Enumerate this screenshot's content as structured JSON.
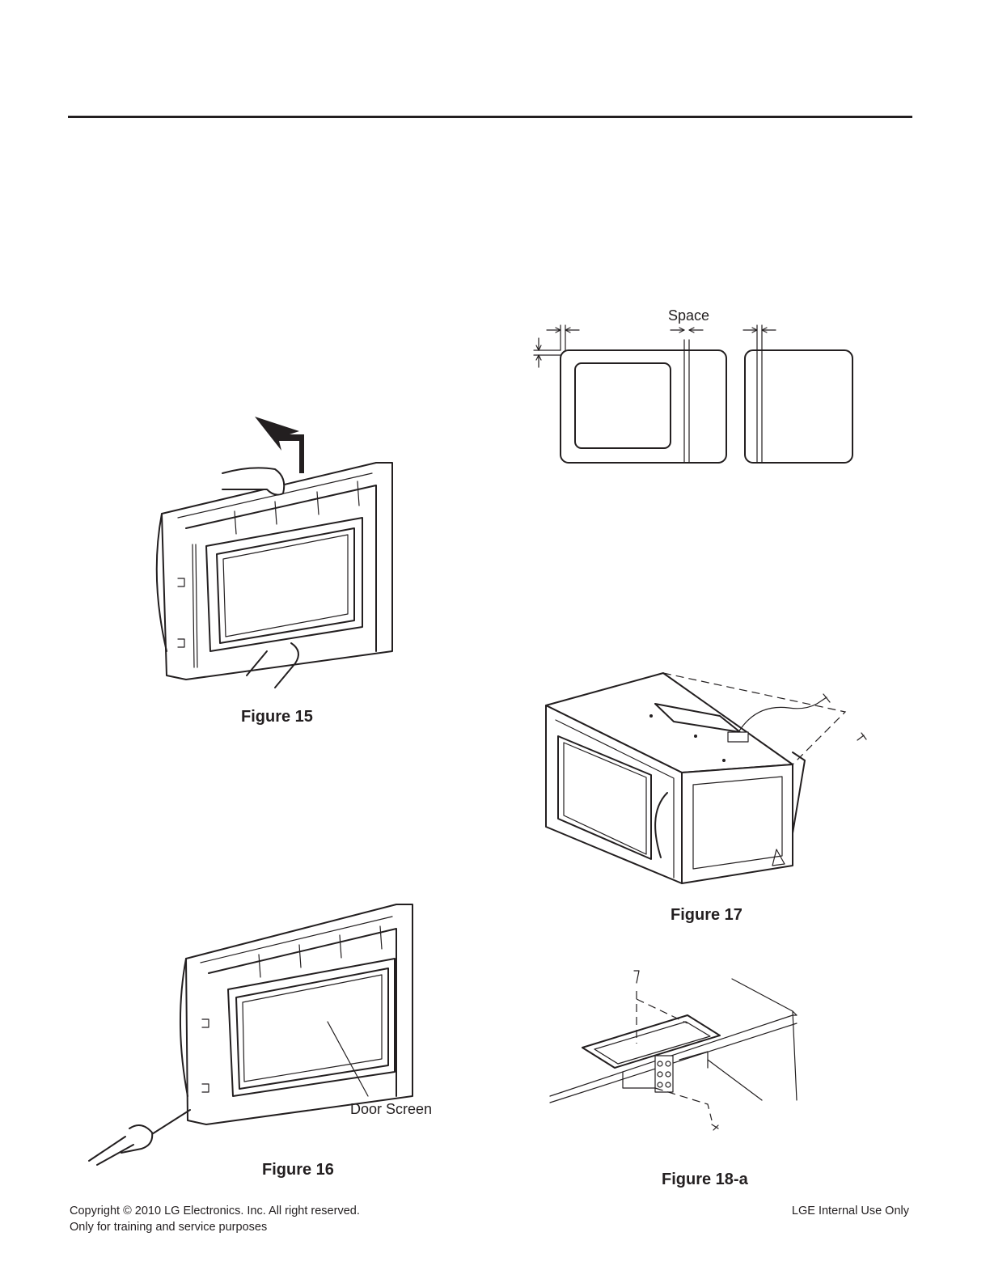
{
  "figures": {
    "fig15": {
      "caption": "Figure 15"
    },
    "fig16": {
      "caption": "Figure 16",
      "label": "Door Screen"
    },
    "fig17": {
      "caption": "Figure 17"
    },
    "fig18a": {
      "caption": "Figure 18-a"
    },
    "space_diagram": {
      "label": "Space"
    }
  },
  "footer": {
    "copyright": "Copyright © 2010 LG Electronics. Inc. All right reserved.",
    "purpose": "Only for training and service purposes",
    "internal": "LGE Internal Use Only"
  }
}
